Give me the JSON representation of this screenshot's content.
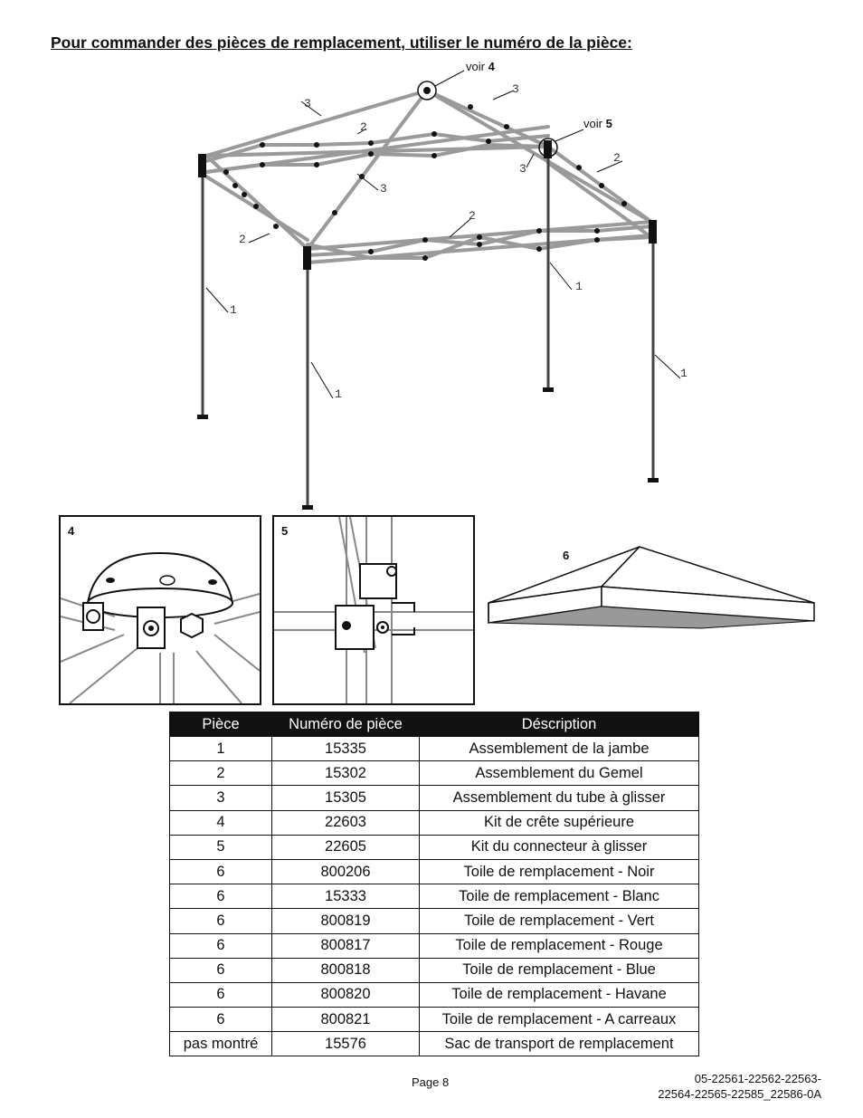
{
  "heading": "Pour commander des pièces de remplacement, utiliser le numéro de la pièce:",
  "callouts": {
    "voir4_text": "voir ",
    "voir4_num": "4",
    "voir5_text": "voir ",
    "voir5_num": "5"
  },
  "part_labels": [
    "3",
    "3",
    "2",
    "2",
    "3",
    "3",
    "2",
    "2",
    "1",
    "1",
    "1",
    "1"
  ],
  "details": {
    "d4": "4",
    "d5": "5",
    "d6": "6"
  },
  "table": {
    "headers": [
      "Pièce",
      "Numéro de pièce",
      "Déscription"
    ],
    "rows": [
      [
        "1",
        "15335",
        "Assemblement de la jambe"
      ],
      [
        "2",
        "15302",
        "Assemblement du Gemel"
      ],
      [
        "3",
        "15305",
        "Assemblement du tube à glisser"
      ],
      [
        "4",
        "22603",
        "Kit de crête supérieure"
      ],
      [
        "5",
        "22605",
        "Kit du connecteur à glisser"
      ],
      [
        "6",
        "800206",
        "Toile de remplacement - Noir"
      ],
      [
        "6",
        "15333",
        "Toile de remplacement - Blanc"
      ],
      [
        "6",
        "800819",
        "Toile de remplacement - Vert"
      ],
      [
        "6",
        "800817",
        "Toile de remplacement - Rouge"
      ],
      [
        "6",
        "800818",
        "Toile de remplacement - Blue"
      ],
      [
        "6",
        "800820",
        "Toile de remplacement - Havane"
      ],
      [
        "6",
        "800821",
        "Toile de remplacement - A carreaux"
      ],
      [
        "pas montré",
        "15576",
        "Sac de transport de remplacement"
      ]
    ]
  },
  "footer": {
    "page": "Page 8",
    "code_line1": "05-22561-22562-22563-",
    "code_line2": "22564-22565-22585_22586-0A"
  }
}
